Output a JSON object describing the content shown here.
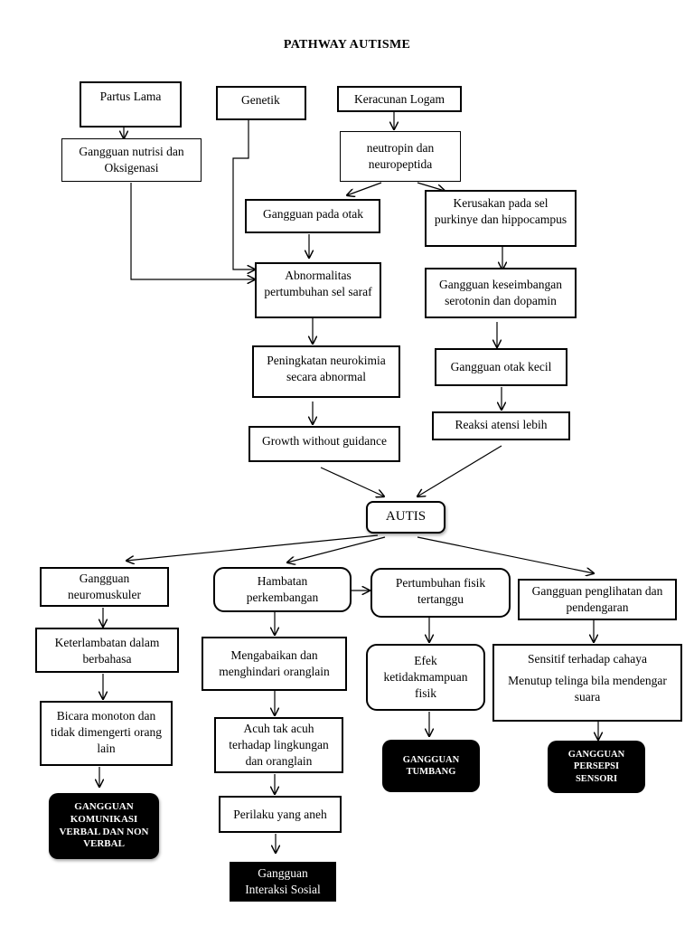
{
  "title": "PATHWAY AUTISME",
  "nodes": {
    "partus_lama": "Partus Lama",
    "genetik": "Genetik",
    "keracunan_logam": "Keracunan Logam",
    "gangguan_nutrisi": "Gangguan nutrisi dan Oksigenasi",
    "neutropin": "neutropin dan neuropeptida",
    "gangguan_otak": "Gangguan pada otak",
    "kerusakan_sel": "Kerusakan pada sel purkinye dan hippocampus",
    "abnormalitas": "Abnormalitas pertumbuhan sel saraf",
    "gangguan_keseimbangan": "Gangguan keseimbangan serotonin dan dopamin",
    "peningkatan_neurokimia": "Peningkatan neurokimia secara abnormal",
    "gangguan_otak_kecil": "Gangguan otak kecil",
    "growth": "Growth without guidance",
    "reaksi_atensi": "Reaksi atensi lebih",
    "autis": "AUTIS",
    "gangguan_neuromuskuler": "Gangguan neuromuskuler",
    "hambatan_perkembangan": "Hambatan perkembangan",
    "pertumbuhan_fisik": "Pertumbuhan fisik tertanggu",
    "gangguan_penglihatan": "Gangguan penglihatan dan pendengaran",
    "keterlambatan_bahasa": "Keterlambatan dalam berbahasa",
    "mengabaikan": "Mengabaikan dan menghindari oranglain",
    "efek_fisik": "Efek ketidakmampuan fisik",
    "sensitif_cahaya": "Sensitif terhadap cahaya",
    "menutup_telinga": "Menutup telinga bila mendengar suara",
    "bicara_monoton": "Bicara monoton dan tidak dimengerti orang lain",
    "acuh": "Acuh tak acuh terhadap lingkungan dan oranglain",
    "perilaku_aneh": "Perilaku yang aneh",
    "gangguan_komunikasi": "GANGGUAN KOMUNIKASI VERBAL DAN NON VERBAL",
    "gangguan_tumbang": "GANGGUAN TUMBANG",
    "gangguan_persepsi": "GANGGUAN PERSEPSI SENSORI",
    "gangguan_interaksi": "Gangguan Interaksi Sosial"
  }
}
